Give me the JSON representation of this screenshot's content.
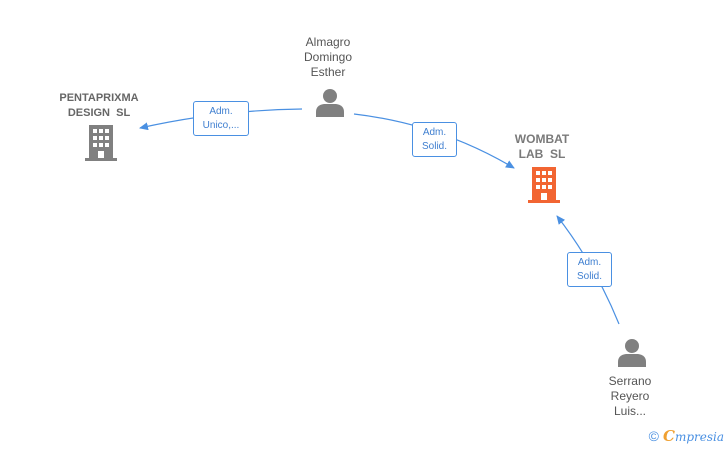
{
  "nodes": {
    "person_top": {
      "name_lines": [
        "Almagro",
        "Domingo",
        "Esther"
      ],
      "kind": "person"
    },
    "company_left": {
      "name_lines": [
        "PENTAPRIXMA",
        "DESIGN  SL"
      ],
      "kind": "company"
    },
    "company_main": {
      "name_lines": [
        "WOMBAT",
        "LAB  SL"
      ],
      "kind": "company-main"
    },
    "person_bottom": {
      "name_lines": [
        "Serrano",
        "Reyero",
        "Luis..."
      ],
      "kind": "person"
    }
  },
  "edges": {
    "top_to_left": {
      "lines": [
        "Adm.",
        "Unico,..."
      ]
    },
    "top_to_main": {
      "lines": [
        "Adm.",
        "Solid."
      ]
    },
    "bottom_to_main": {
      "lines": [
        "Adm.",
        "Solid."
      ]
    }
  },
  "colors": {
    "edge": "#4a90e2",
    "person_icon": "#808080",
    "company_icon": "#808080",
    "company_main_icon": "#f26532"
  },
  "icons": {
    "person": "person-icon",
    "company": "building-icon"
  },
  "brand": {
    "copyright": "©",
    "initial": "C",
    "rest": "mpresia"
  }
}
